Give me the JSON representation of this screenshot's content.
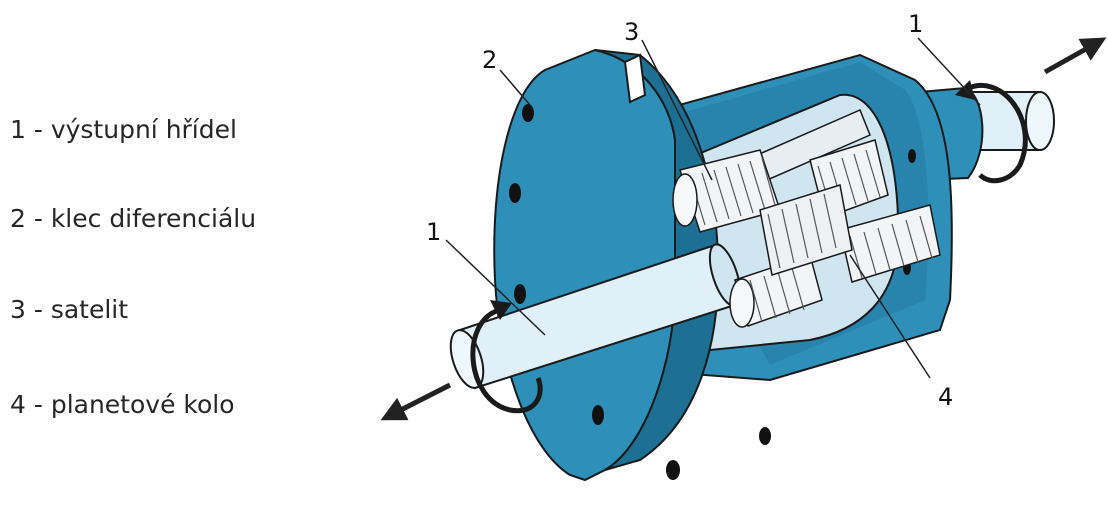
{
  "legend": [
    "1 - výstupní hřídel",
    "2 - klec diferenciálu",
    "3 - satelit",
    "4 - planetové kolo"
  ],
  "callouts": {
    "c1_right": "1",
    "c1_left": "1",
    "c2": "2",
    "c3": "3",
    "c4": "4"
  },
  "colors": {
    "housing": "#2e8fb8",
    "housing_dark": "#1d6f94",
    "housing_light": "#4fb2da",
    "shaft": "#dff0f8",
    "gear": "#f2f4f6",
    "outline": "#1a1a1a",
    "arrow": "#222222"
  },
  "icons": [
    "rotation-arrow-icon",
    "axial-arrow-icon"
  ]
}
